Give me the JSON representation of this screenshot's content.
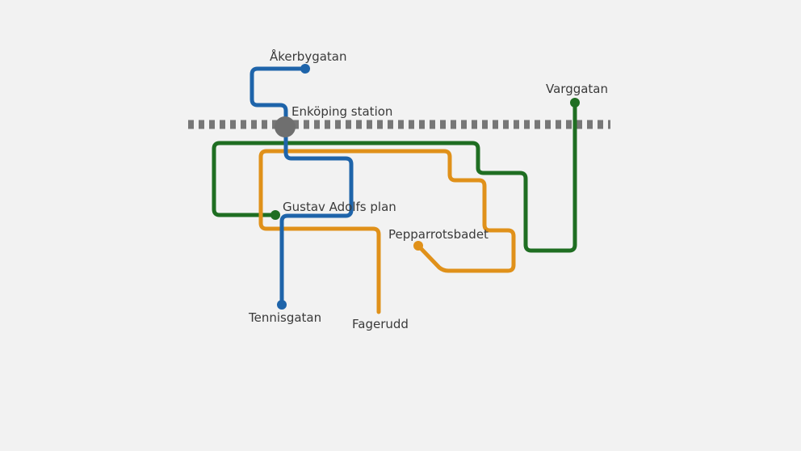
{
  "colors": {
    "background": "#f2f2f2",
    "railway": "#777777",
    "station_marker": "#6f6f6f",
    "text": "#3a3a3a"
  },
  "routes": [
    {
      "id": "blue-route",
      "color": "#1e64aa"
    },
    {
      "id": "green-route",
      "color": "#1f6e22"
    },
    {
      "id": "orange-route",
      "color": "#e0911a"
    }
  ],
  "stops": {
    "akerbygatan": "Åkerbygatan",
    "enkoping_station": "Enköping station",
    "varggatan": "Varggatan",
    "gustav_adolfs_plan": "Gustav Adolfs plan",
    "pepparrotsbadet": "Pepparrotsbadet",
    "tennisgatan": "Tennisgatan",
    "fagerudd": "Fagerudd"
  }
}
